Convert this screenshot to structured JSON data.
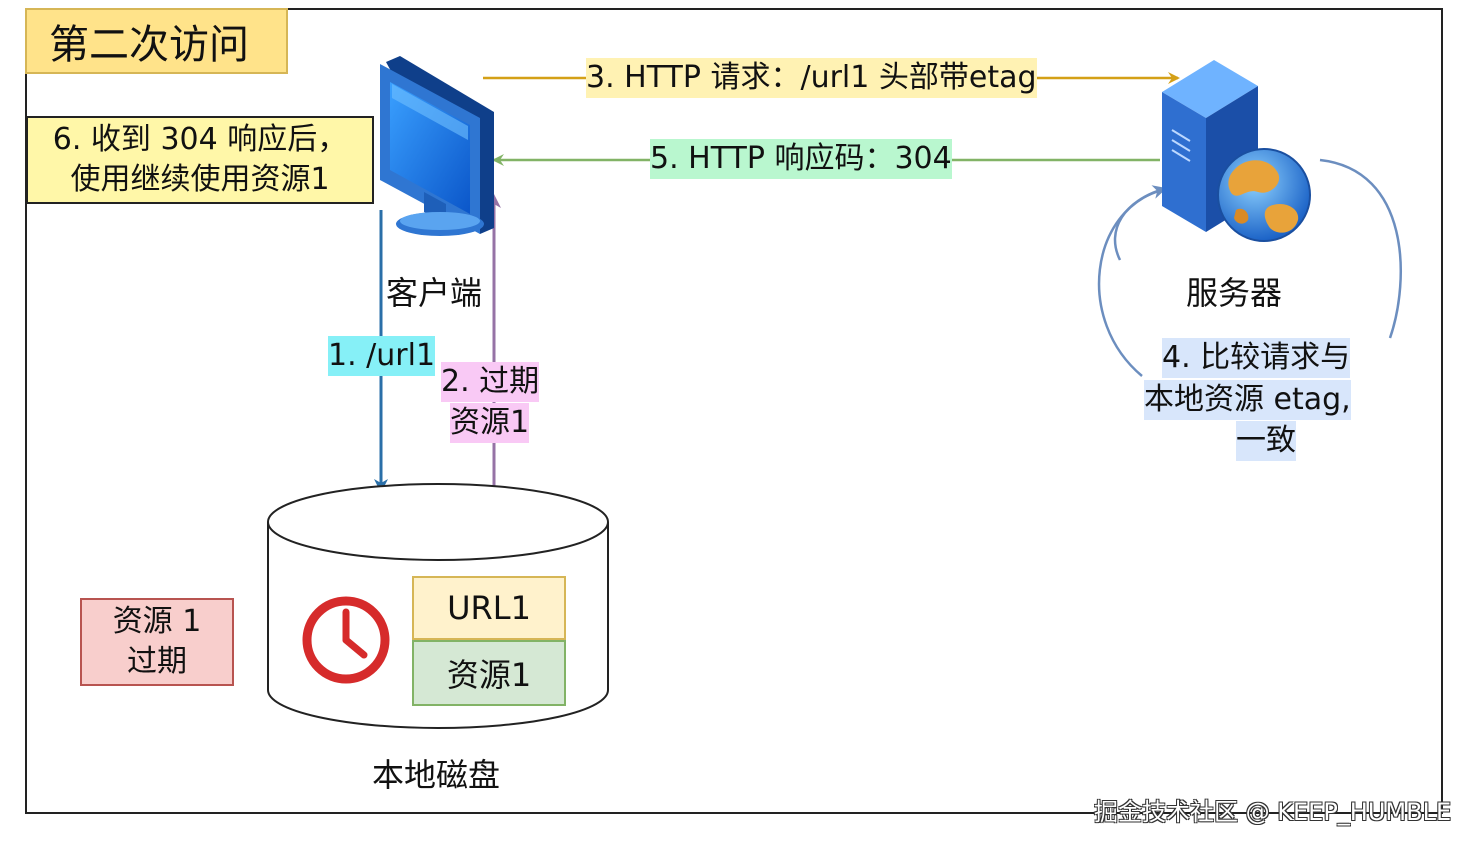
{
  "title": "第二次访问",
  "client": {
    "label": "客户端"
  },
  "server": {
    "label": "服务器"
  },
  "disk": {
    "label": "本地磁盘",
    "url_cell": "URL1",
    "resource_cell": "资源1"
  },
  "notes": {
    "step6_line1": "6. 收到 304 响应后，",
    "step6_line2": "使用继续使用资源1",
    "expired_line1": "资源 1",
    "expired_line2": "过期"
  },
  "arrows": {
    "step1": "1. /url1",
    "step2_line1": "2. 过期",
    "step2_line2": "资源1",
    "step3": "3. HTTP 请求：/url1 头部带etag",
    "step4_line1": "4. 比较请求与",
    "step4_line2": "本地资源 etag,",
    "step4_line3": "一致",
    "step5": "5. HTTP 响应码：304"
  },
  "colors": {
    "request_arrow": "#d4a017",
    "response_arrow": "#82b366",
    "fetch_arrow": "#2a6fa8",
    "expired_arrow": "#9673a6",
    "loop_arrow": "#6c8ebf"
  },
  "icons": [
    "monitor-icon",
    "server-icon",
    "globe-icon",
    "clock-icon",
    "database-cylinder"
  ],
  "watermark": "掘金技术社区 @ KEEP_HUMBLE"
}
